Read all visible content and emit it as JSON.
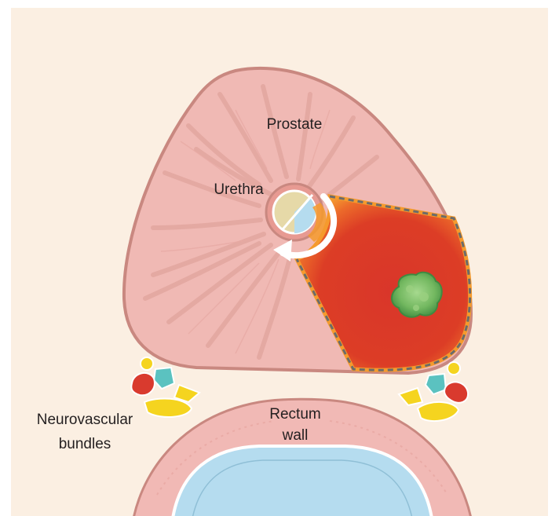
{
  "labels": {
    "prostate": "Prostate",
    "urethra": "Urethra",
    "neurovascular_line1": "Neurovascular",
    "neurovascular_line2": "bundles",
    "rectum_line1": "Rectum",
    "rectum_line2": "wall"
  },
  "colors": {
    "background": "#fbefe2",
    "prostate_fill": "#f0b9b4",
    "prostate_outline": "#c98880",
    "ablation_zone": "#d9362a",
    "ablation_edge": "#f59a2d",
    "tumor": "#6fb25e",
    "rectum_wall": "#f1b9b5",
    "rectum_lumen": "#b5dcef",
    "nerve_red": "#d93a2e",
    "nerve_yellow": "#f5d41f",
    "nerve_teal": "#5bc2c0"
  }
}
